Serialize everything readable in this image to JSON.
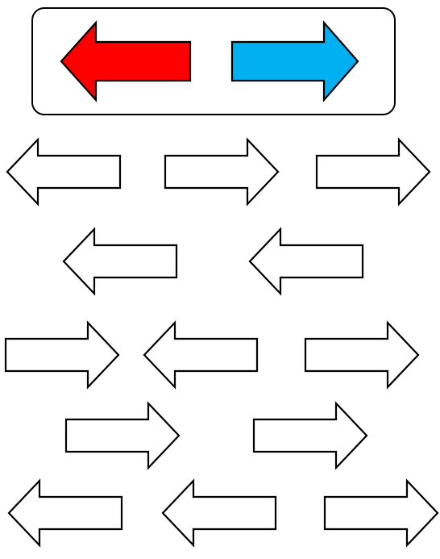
{
  "legend": {
    "left_arrow": {
      "direction": "left",
      "fill": "#ff0000"
    },
    "right_arrow": {
      "direction": "right",
      "fill": "#00b0f0"
    }
  },
  "outline_fill": "#ffffff",
  "stroke": "#000000",
  "rows": [
    [
      "left",
      "right",
      "right"
    ],
    [
      "left",
      "left"
    ],
    [
      "right",
      "left",
      "right"
    ],
    [
      "right",
      "right"
    ],
    [
      "left",
      "left",
      "right"
    ]
  ]
}
